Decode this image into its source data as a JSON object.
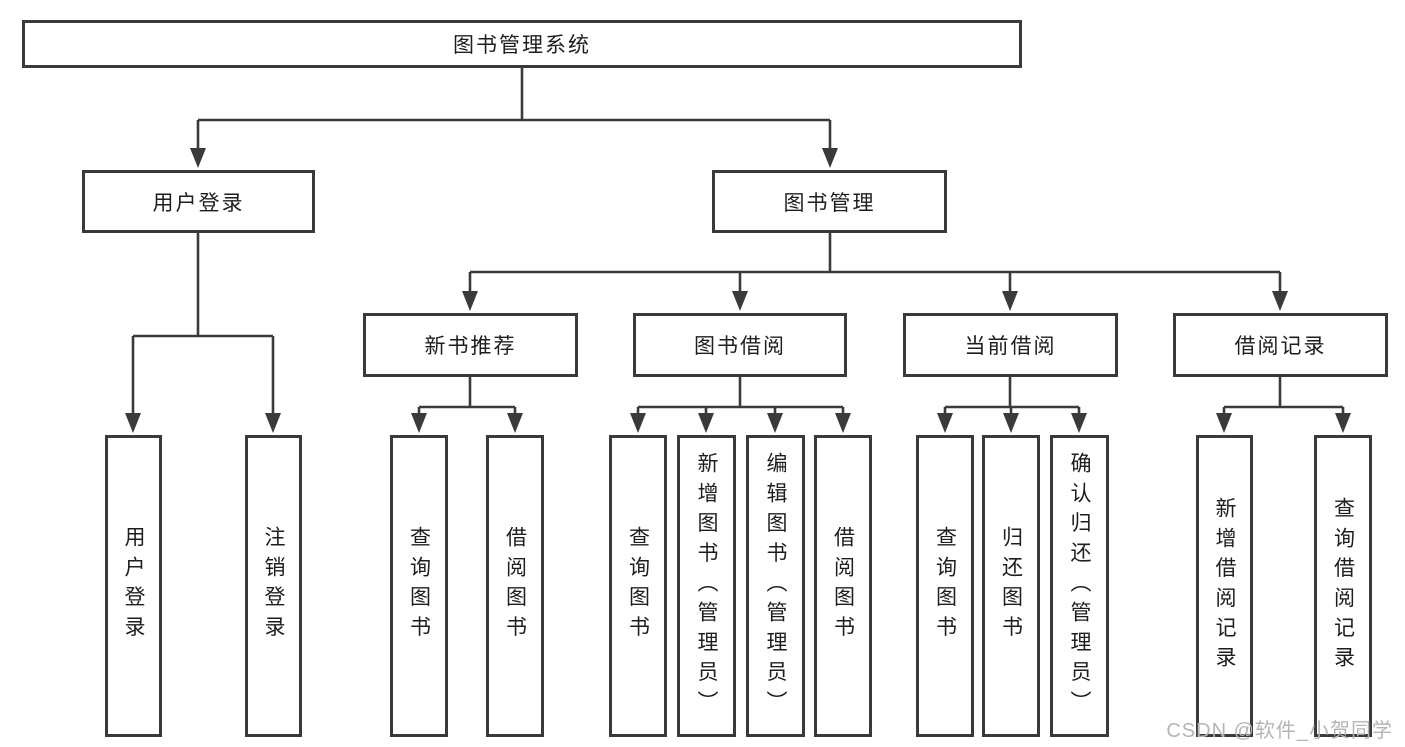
{
  "diagram": {
    "watermark": "CSDN @软件_小贺同学",
    "colors": {
      "line": "#3a3a3a",
      "box_border": "#3a3a3a",
      "text": "#1e1e1e",
      "background": "#ffffff",
      "watermark": "#b5b5b5"
    },
    "root": {
      "label": "图书管理系统",
      "children": [
        {
          "label": "用户登录",
          "children": [
            {
              "label": "用户登录"
            },
            {
              "label": "注销登录"
            }
          ]
        },
        {
          "label": "图书管理",
          "children": [
            {
              "label": "新书推荐",
              "children": [
                {
                  "label": "查询图书"
                },
                {
                  "label": "借阅图书"
                }
              ]
            },
            {
              "label": "图书借阅",
              "children": [
                {
                  "label": "查询图书"
                },
                {
                  "label": "新增图书（管理员）"
                },
                {
                  "label": "编辑图书（管理员）"
                },
                {
                  "label": "借阅图书"
                }
              ]
            },
            {
              "label": "当前借阅",
              "children": [
                {
                  "label": "查询图书"
                },
                {
                  "label": "归还图书"
                },
                {
                  "label": "确认归还（管理员）"
                }
              ]
            },
            {
              "label": "借阅记录",
              "children": [
                {
                  "label": "新增借阅记录"
                },
                {
                  "label": "查询借阅记录"
                }
              ]
            }
          ]
        }
      ]
    }
  }
}
